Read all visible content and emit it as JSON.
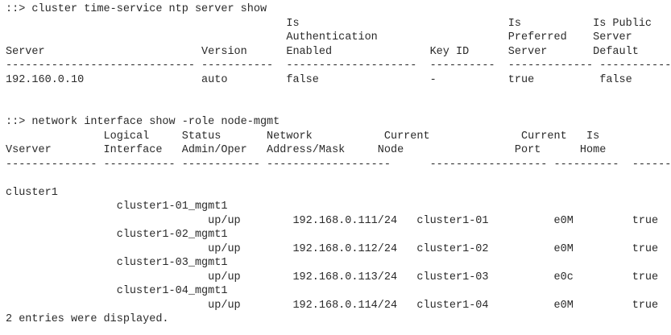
{
  "colors": {
    "background": "#ffffff",
    "text": "#2a2a2a"
  },
  "terminal": {
    "prompt": "::>",
    "commands": [
      {
        "command": "cluster time-service ntp server show",
        "table": {
          "columns": [
            "Server",
            "Version",
            "Is Authentication Enabled",
            "Key ID",
            "Is Preferred Server",
            "Is Public Server Default"
          ],
          "rows": [
            {
              "server": "192.160.0.10",
              "version": "auto",
              "is_authentication_enabled": "false",
              "key_id": "-",
              "is_preferred_server": "true",
              "is_public_server_default": "false"
            }
          ]
        }
      },
      {
        "command": "network interface show -role node-mgmt",
        "table": {
          "columns": [
            "Vserver",
            "Logical Interface",
            "Status Admin/Oper",
            "Network Address/Mask",
            "Current Node",
            "Current Port",
            "Is Home"
          ],
          "vserver": "cluster1",
          "rows": [
            {
              "logical_interface": "cluster1-01_mgmt1",
              "status_admin_oper": "up/up",
              "network_address_mask": "192.168.0.111/24",
              "current_node": "cluster1-01",
              "current_port": "e0M",
              "is_home": "true"
            },
            {
              "logical_interface": "cluster1-02_mgmt1",
              "status_admin_oper": "up/up",
              "network_address_mask": "192.168.0.112/24",
              "current_node": "cluster1-02",
              "current_port": "e0M",
              "is_home": "true"
            },
            {
              "logical_interface": "cluster1-03_mgmt1",
              "status_admin_oper": "up/up",
              "network_address_mask": "192.168.0.113/24",
              "current_node": "cluster1-03",
              "current_port": "e0c",
              "is_home": "true"
            },
            {
              "logical_interface": "cluster1-04_mgmt1",
              "status_admin_oper": "up/up",
              "network_address_mask": "192.168.0.114/24",
              "current_node": "cluster1-04",
              "current_port": "e0M",
              "is_home": "true"
            }
          ]
        },
        "footer": "2 entries were displayed."
      }
    ]
  },
  "render": {
    "lines": [
      {
        "name": "command-ntp-server-show",
        "text": "::> cluster time-service ntp server show"
      },
      {
        "name": "ntp-table-header-line-1",
        "text": "                                           Is                                Is           Is Public"
      },
      {
        "name": "ntp-table-header-line-2",
        "text": "                                           Authentication                    Preferred    Server"
      },
      {
        "name": "ntp-table-header-line-3",
        "text": "Server                        Version      Enabled               Key ID      Server       Default"
      },
      {
        "name": "ntp-table-separator",
        "text": "----------------------------- -----------  --------------------  ----------  ------------- ------------"
      },
      {
        "name": "ntp-table-row",
        "text": "192.160.0.10                  auto         false                 -           true          false"
      },
      {
        "name": "blank-line",
        "text": ""
      },
      {
        "name": "blank-line",
        "text": ""
      },
      {
        "name": "command-network-interface-show",
        "text": "::> network interface show -role node-mgmt"
      },
      {
        "name": "lif-table-header-line-1",
        "text": "               Logical     Status       Network           Current              Current   Is"
      },
      {
        "name": "lif-table-header-line-2",
        "text": "Vserver        Interface   Admin/Oper   Address/Mask     Node                 Port      Home"
      },
      {
        "name": "lif-table-separator",
        "text": "-------------- ----------- ------------ -------------------      ------------------ ----------  ------"
      },
      {
        "name": "blank-line",
        "text": ""
      },
      {
        "name": "lif-vserver-row",
        "text": "cluster1"
      },
      {
        "name": "lif-name-row-1",
        "text": "                 cluster1-01_mgmt1"
      },
      {
        "name": "lif-detail-row-1",
        "text": "                               up/up        192.168.0.111/24   cluster1-01          e0M         true"
      },
      {
        "name": "lif-name-row-2",
        "text": "                 cluster1-02_mgmt1"
      },
      {
        "name": "lif-detail-row-2",
        "text": "                               up/up        192.168.0.112/24   cluster1-02          e0M         true"
      },
      {
        "name": "lif-name-row-3",
        "text": "                 cluster1-03_mgmt1"
      },
      {
        "name": "lif-detail-row-3",
        "text": "                               up/up        192.168.0.113/24   cluster1-03          e0c         true"
      },
      {
        "name": "lif-name-row-4",
        "text": "                 cluster1-04_mgmt1"
      },
      {
        "name": "lif-detail-row-4",
        "text": "                               up/up        192.168.0.114/24   cluster1-04          e0M         true"
      },
      {
        "name": "entries-displayed-footer",
        "text": "2 entries were displayed."
      }
    ]
  }
}
